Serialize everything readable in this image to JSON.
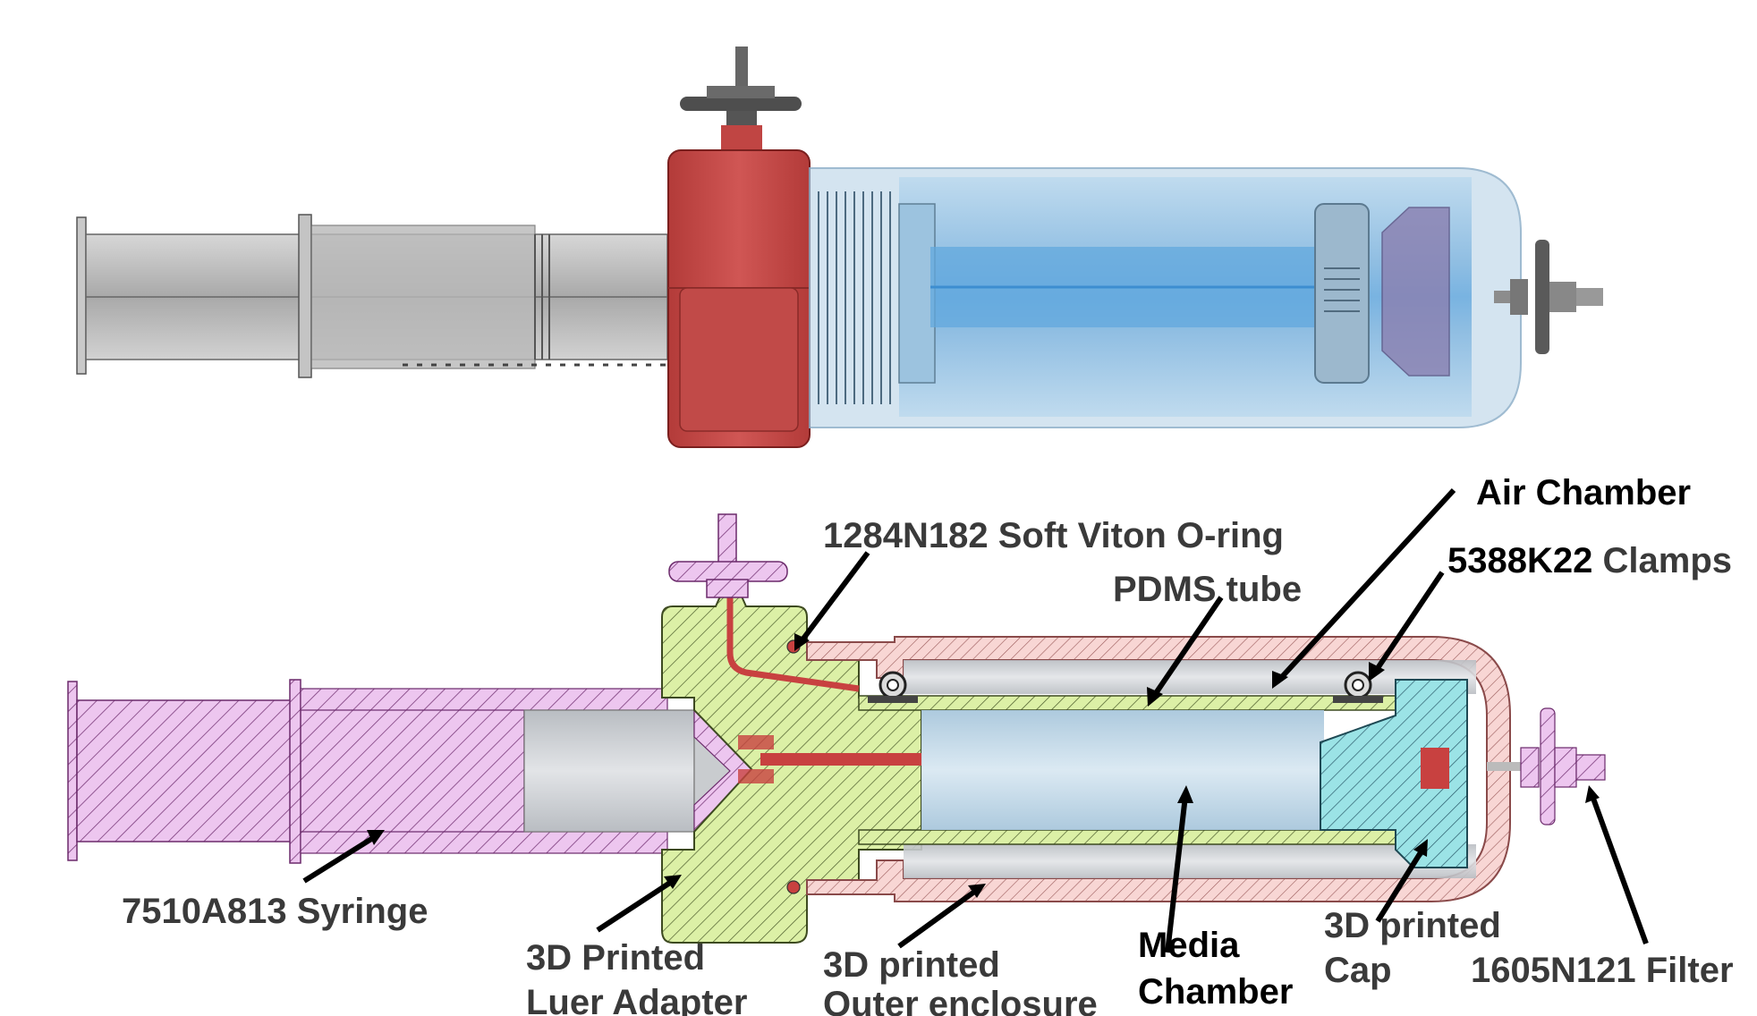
{
  "labels": {
    "oring": "1284N182 Soft Viton O-ring",
    "pdms": "PDMS tube",
    "air": "Air Chamber",
    "clamps_code": "5388K22",
    "clamps_word": "Clamps",
    "syringe": "7510A813 Syringe",
    "adapter_l1": "3D Printed",
    "adapter_l2": "Luer Adapter",
    "outer_l1": "3D printed",
    "outer_l2": "Outer enclosure",
    "media_l1": "Media",
    "media_l2": "Chamber",
    "cap_l1": "3D printed",
    "cap_l2": "Cap",
    "filter": "1605N121 Filter"
  },
  "colors": {
    "syringe_hatch": "#e9b6e9",
    "adapter_hatch": "#d8ef9c",
    "enclosure_hatch": "#f6cccc",
    "cap_hatch": "#8fe2e6",
    "red_part": "#c94a48",
    "blue_chamber": "#8fc4e8",
    "text_dark": "#3a3a3a"
  }
}
